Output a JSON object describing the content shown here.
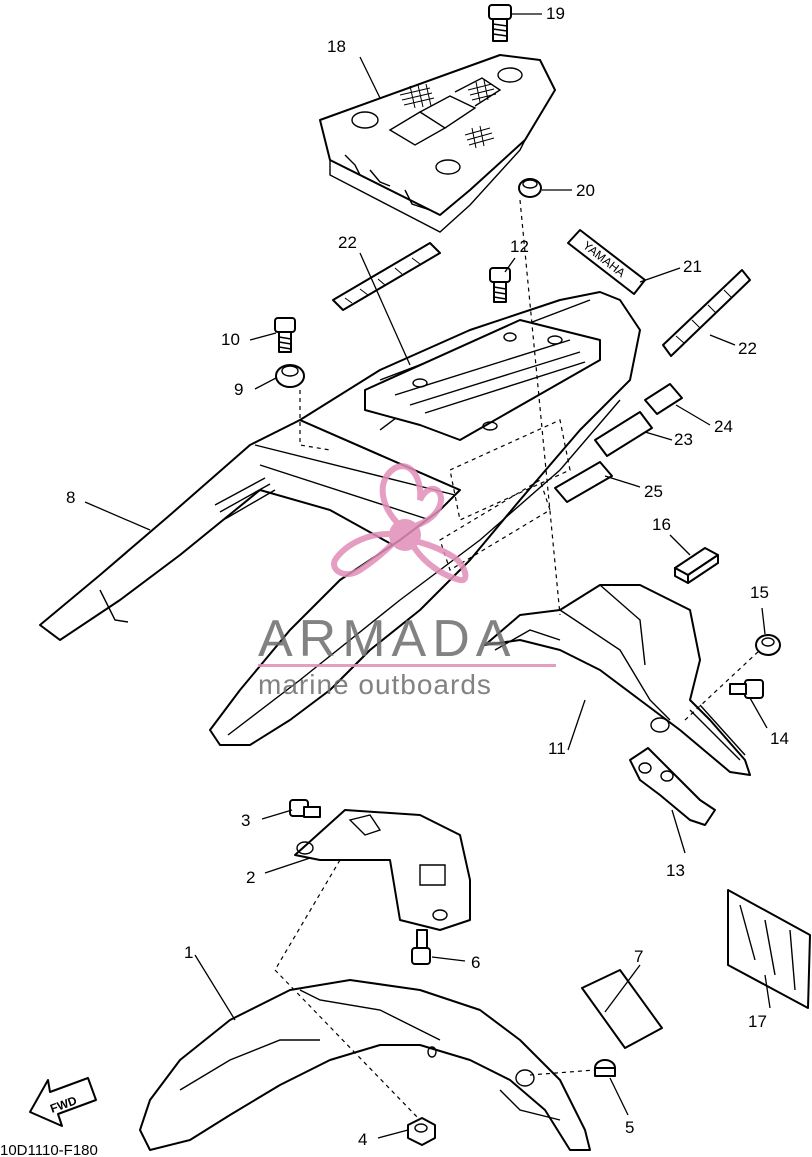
{
  "callouts": [
    "1",
    "2",
    "3",
    "4",
    "5",
    "6",
    "7",
    "8",
    "9",
    "10",
    "11",
    "12",
    "13",
    "14",
    "15",
    "16",
    "17",
    "18",
    "19",
    "20",
    "21",
    "22",
    "22",
    "23",
    "24",
    "25"
  ],
  "decal_text": "YAMAHA",
  "fwd_label": "FWD",
  "diagram_code": "10D1110-F180",
  "watermark": {
    "brand": "ARMADA",
    "tagline": "marine outboards",
    "brand_color": "#6d6d6d",
    "accent_color": "#e28db8"
  }
}
